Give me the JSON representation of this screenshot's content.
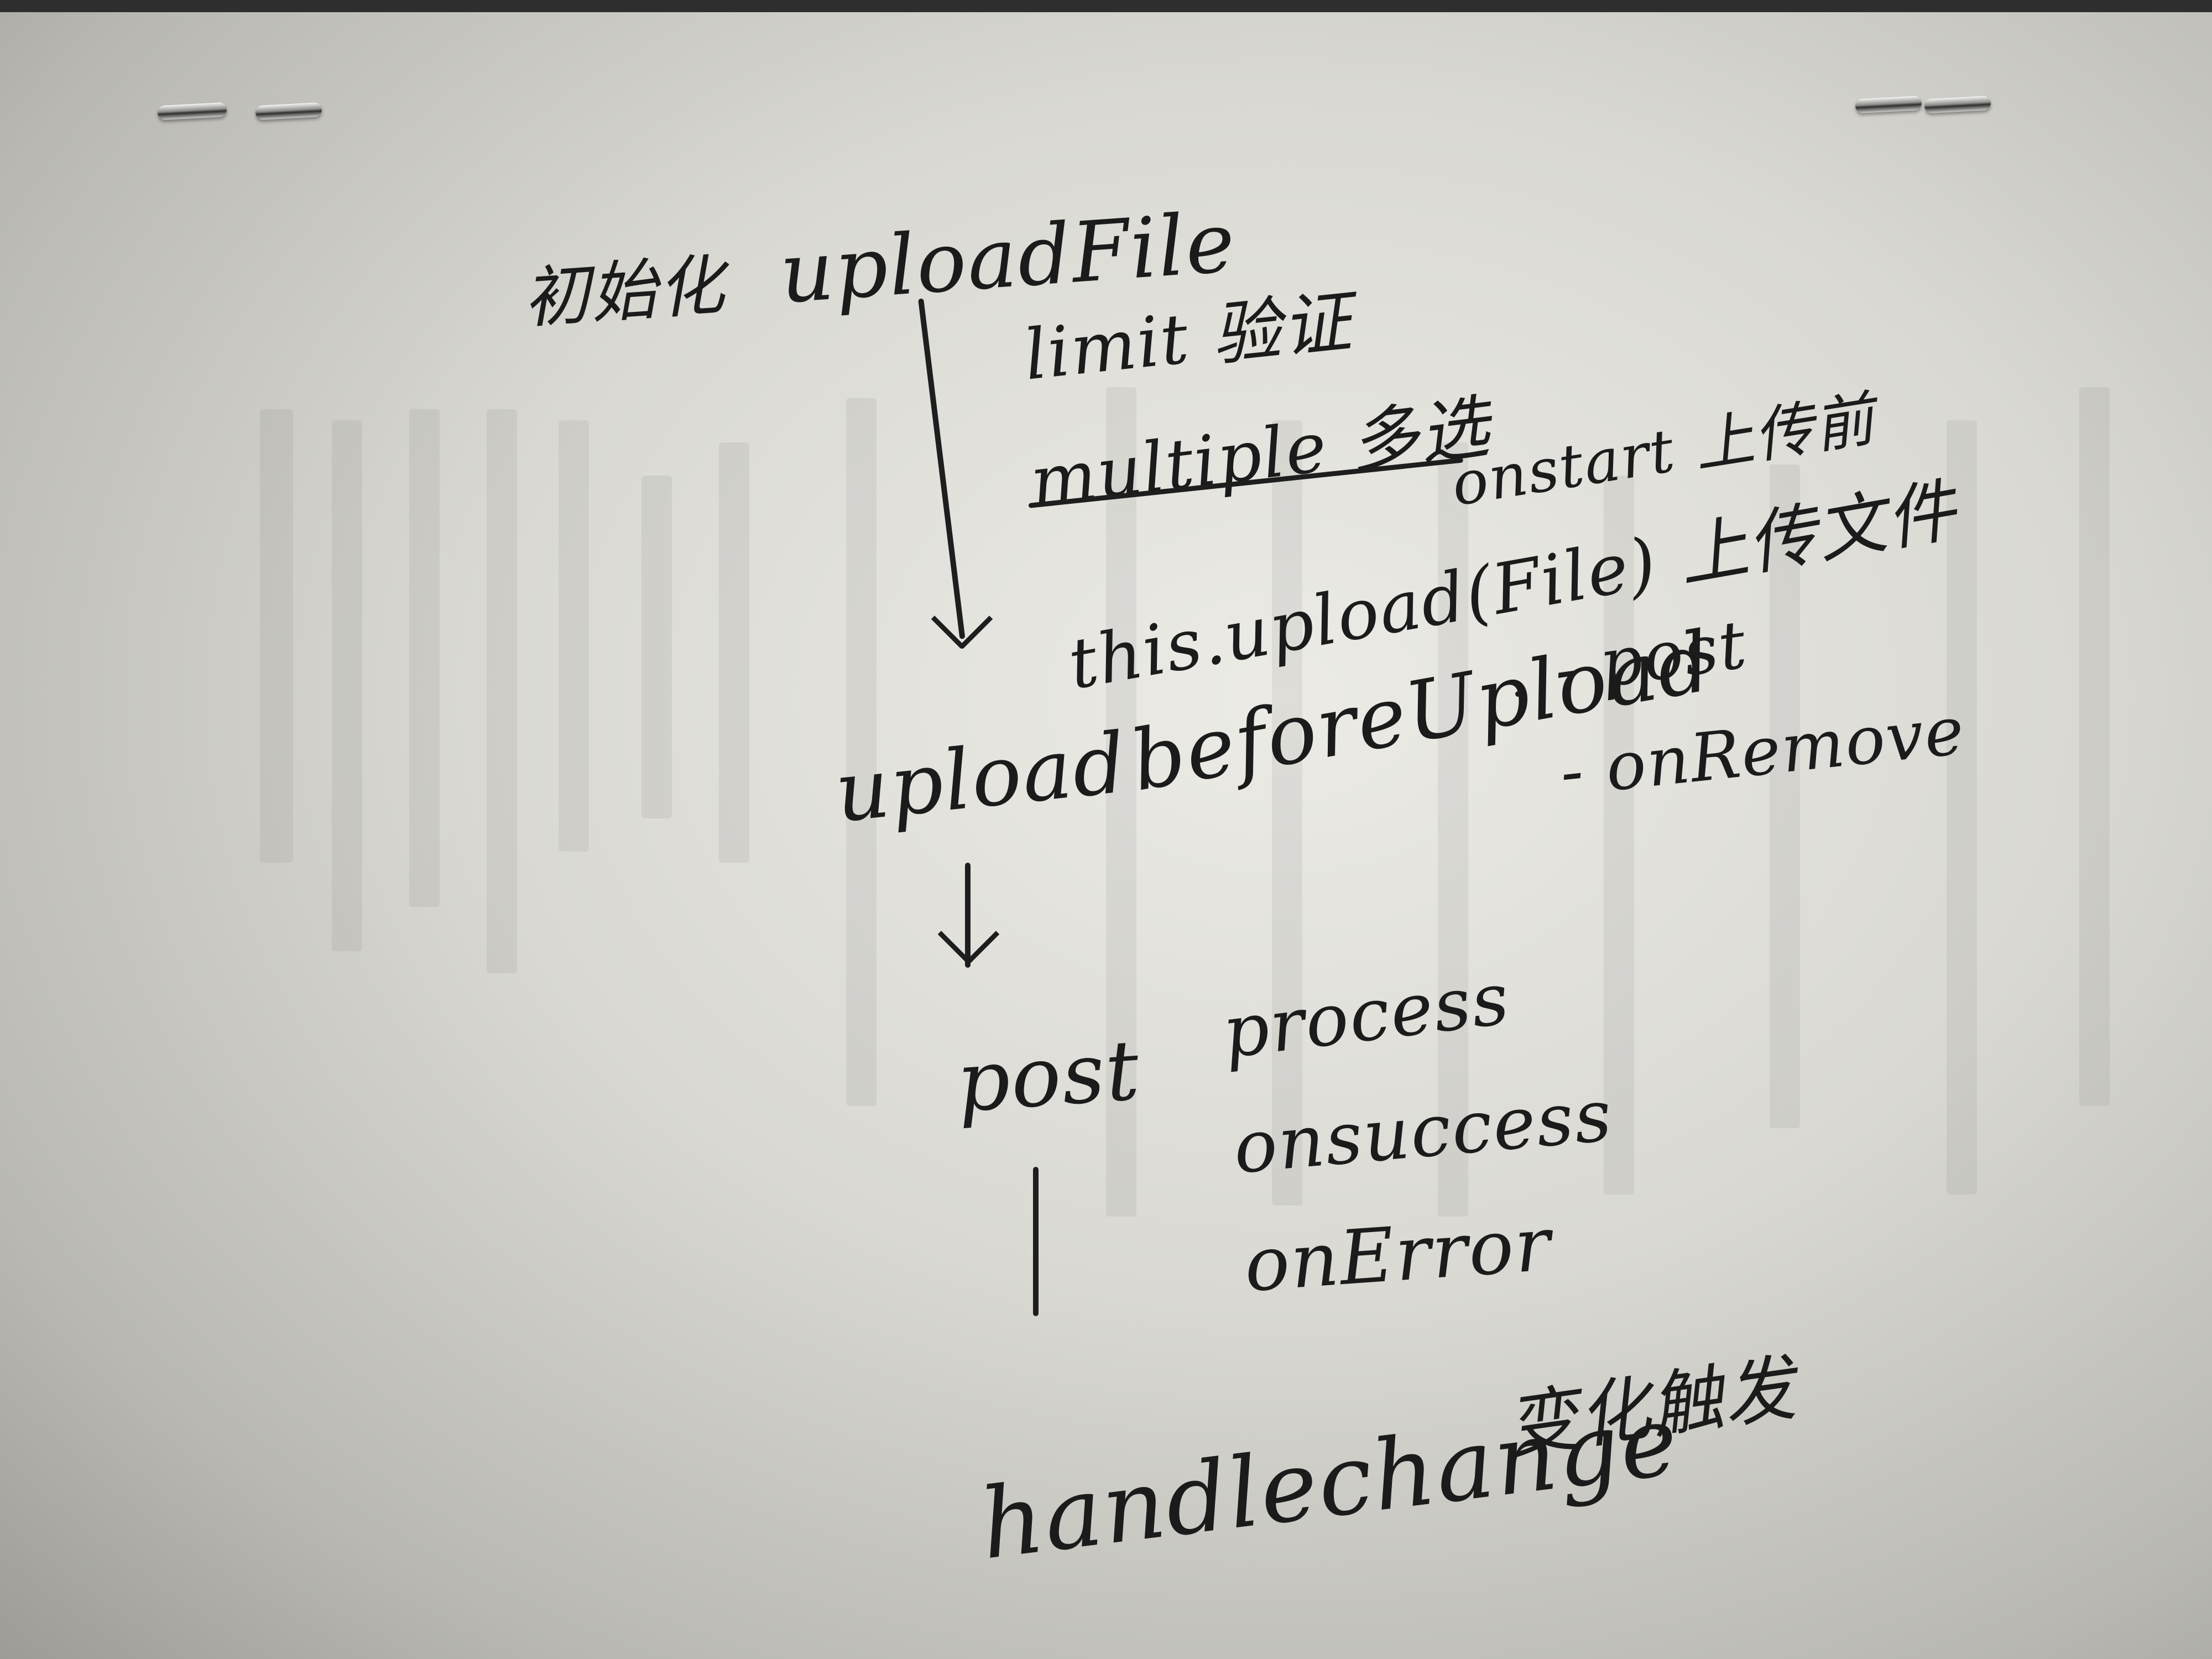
{
  "notes": {
    "init_label": "初始化",
    "upload_file": "uploadFile",
    "limit": "limit 验证",
    "multiple": "multiple 多选",
    "onstart": "onstart 上传前",
    "this_upload": "this.upload(File) 上传文件",
    "upload": "upload",
    "before_upload": "beforeUpload",
    "post_branch": "- post",
    "onremove_branch": "- onRemove",
    "post": "post",
    "process": "process",
    "onsuccess": "onsuccess",
    "onerror": "onError",
    "handlechange": "handlechange",
    "change_trigger": "变化触发"
  },
  "colors": {
    "ink": "#1b1b1b",
    "paper": "#e6e5e0",
    "background": "#7b7a76"
  },
  "icons": {
    "arrow": "down-arrow-icon"
  }
}
